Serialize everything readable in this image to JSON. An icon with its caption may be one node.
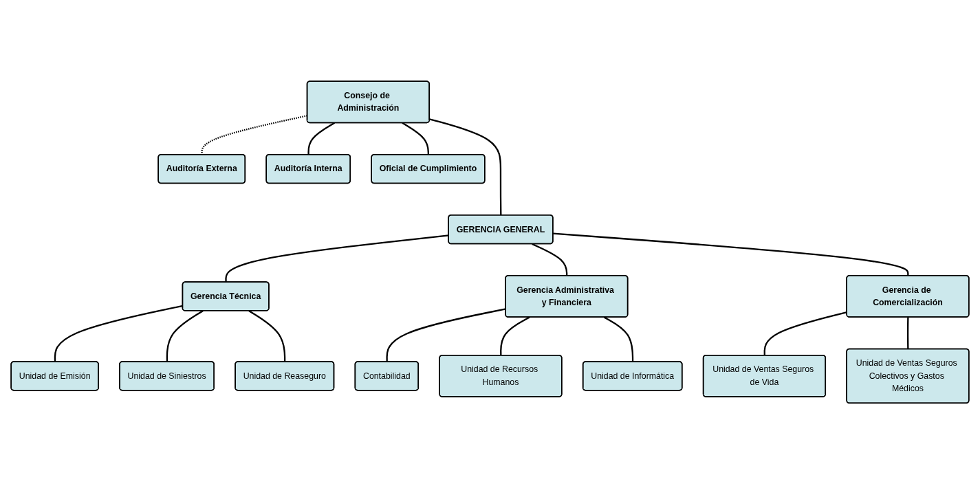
{
  "diagram": {
    "nodes": [
      {
        "text": [
          "Consejo de Administración"
        ]
      },
      {
        "text": [
          "Auditoría Externa"
        ]
      },
      {
        "text": [
          "Auditoría Interna"
        ]
      },
      {
        "text": [
          "Oficial de Cumplimiento"
        ]
      },
      {
        "text": [
          "GERENCIA GENERAL"
        ]
      },
      {
        "text": [
          "Gerencia Técnica"
        ]
      },
      {
        "text": [
          "Gerencia Administrativa y Financiera"
        ]
      },
      {
        "text": [
          "Gerencia de Comercialización"
        ]
      },
      {
        "text": [
          "Unidad de Emisión"
        ]
      },
      {
        "text": [
          "Contabilidad"
        ]
      },
      {
        "text": [
          "Unidad de Ventas Seguros de Vida"
        ]
      },
      {
        "text": [
          "Unidad de Siniestros"
        ]
      },
      {
        "text": [
          "Unidad de Recursos Humanos"
        ]
      },
      {
        "text": [
          "Unidad de Ventas Seguros Colectivos y Gastos Médicos"
        ]
      },
      {
        "text": [
          "Unidad de Reaseguro"
        ]
      },
      {
        "text": [
          "Unidad de Informática"
        ]
      }
    ],
    "edges": [
      {
        "from": 0,
        "to": 1,
        "arrow": "none",
        "style": "dashed"
      },
      {
        "from": 0,
        "to": 2,
        "arrow": "none"
      },
      {
        "from": 0,
        "to": 3,
        "arrow": "none"
      },
      {
        "from": 0,
        "to": 4,
        "arrow": "none"
      },
      {
        "from": 4,
        "to": 5,
        "arrow": "none"
      },
      {
        "from": 4,
        "to": 6,
        "arrow": "none"
      },
      {
        "from": 4,
        "to": 7,
        "arrow": "none"
      },
      {
        "from": 5,
        "to": 8,
        "arrow": "none"
      },
      {
        "from": 5,
        "to": 11,
        "arrow": "none"
      },
      {
        "from": 5,
        "to": 14,
        "arrow": "none"
      },
      {
        "from": 6,
        "to": 9,
        "arrow": "none"
      },
      {
        "from": 6,
        "to": 12,
        "arrow": "none"
      },
      {
        "from": 6,
        "to": 15,
        "arrow": "none"
      },
      {
        "from": 7,
        "to": 10,
        "arrow": "none"
      },
      {
        "from": 7,
        "to": 13,
        "arrow": "none"
      }
    ]
  }
}
